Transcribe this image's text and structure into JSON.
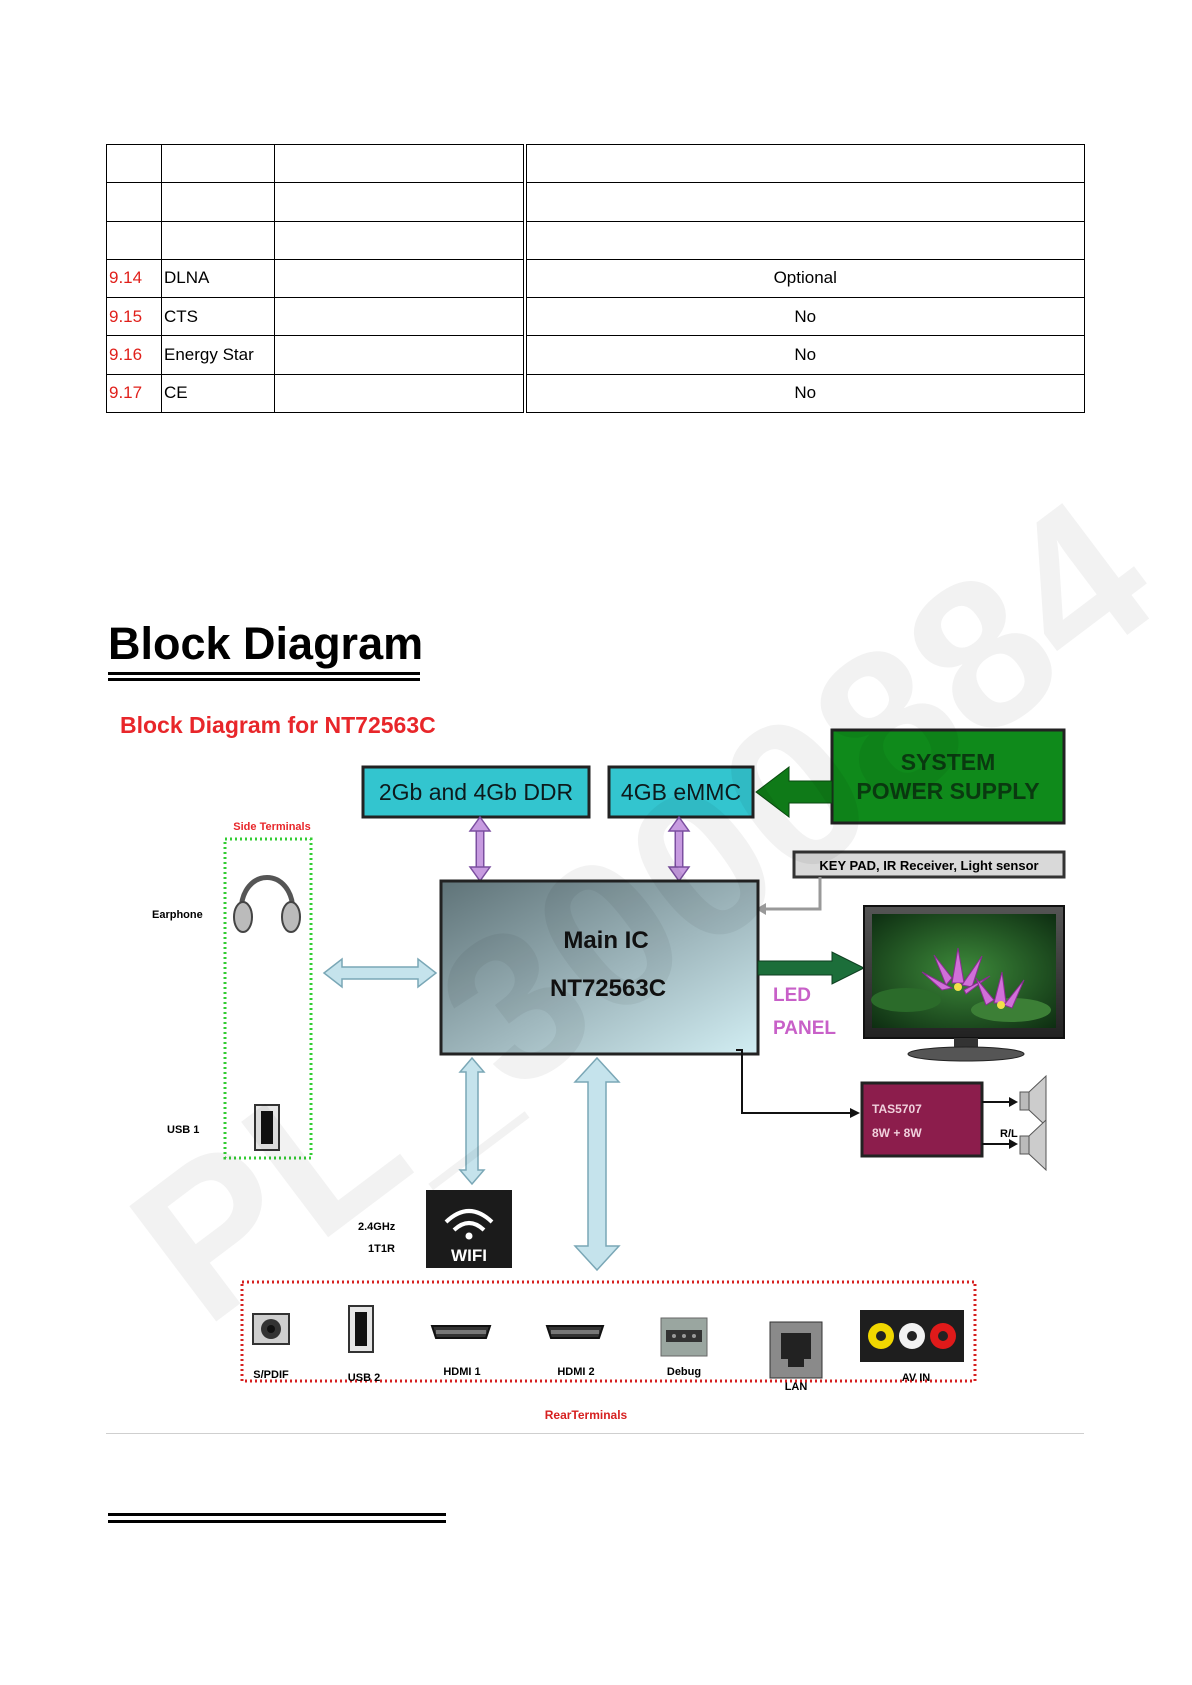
{
  "table": {
    "rows": [
      {
        "num": "",
        "name": "",
        "detail": "",
        "value": ""
      },
      {
        "num": "",
        "name": "",
        "detail": "",
        "value": ""
      },
      {
        "num": "",
        "name": "",
        "detail": "",
        "value": ""
      },
      {
        "num": "9.14",
        "name": "DLNA",
        "detail": "",
        "value": "Optional"
      },
      {
        "num": "9.15",
        "name": "CTS",
        "detail": "",
        "value": "No"
      },
      {
        "num": "9.16",
        "name": "Energy Star",
        "detail": "",
        "value": "No"
      },
      {
        "num": "9.17",
        "name": "CE",
        "detail": "",
        "value": "No"
      }
    ]
  },
  "section": {
    "heading": "Block Diagram"
  },
  "watermark": "PL_3000884",
  "diagram": {
    "title": "Block Diagram for NT72563C",
    "ddr": "2Gb and 4Gb DDR",
    "emmc": "4GB eMMC",
    "power_line1": "SYSTEM",
    "power_line2": "POWER SUPPLY",
    "keypad": "KEY PAD, IR Receiver, Light sensor",
    "main_ic_line1": "Main IC",
    "main_ic_line2": "NT72563C",
    "led_line1": "LED",
    "led_line2": "PANEL",
    "amp_line1": "TAS5707",
    "amp_line2": "8W + 8W",
    "rl": "R/L",
    "side_terminals": "Side Terminals",
    "earphone": "Earphone",
    "usb1": "USB 1",
    "wifi_band": "2.4GHz",
    "wifi_mode": "1T1R",
    "wifi_label": "WIFI",
    "rear_terminals": "RearTerminals",
    "rear": [
      "S/PDIF",
      "USB 2",
      "HDMI 1",
      "HDMI 2",
      "Debug",
      "LAN",
      "AV IN"
    ],
    "colors": {
      "title_red": "#e8262a",
      "memory_cyan": "#33c5cf",
      "power_green": "#0f8a1b",
      "led_pink": "#c860c8",
      "amp_maroon": "#8c1d4c",
      "arrow_blue": "#c5e3ec",
      "arrow_purple": "#c79be0",
      "dotted_green": "#33cc33",
      "dotted_red": "#d62020"
    }
  }
}
